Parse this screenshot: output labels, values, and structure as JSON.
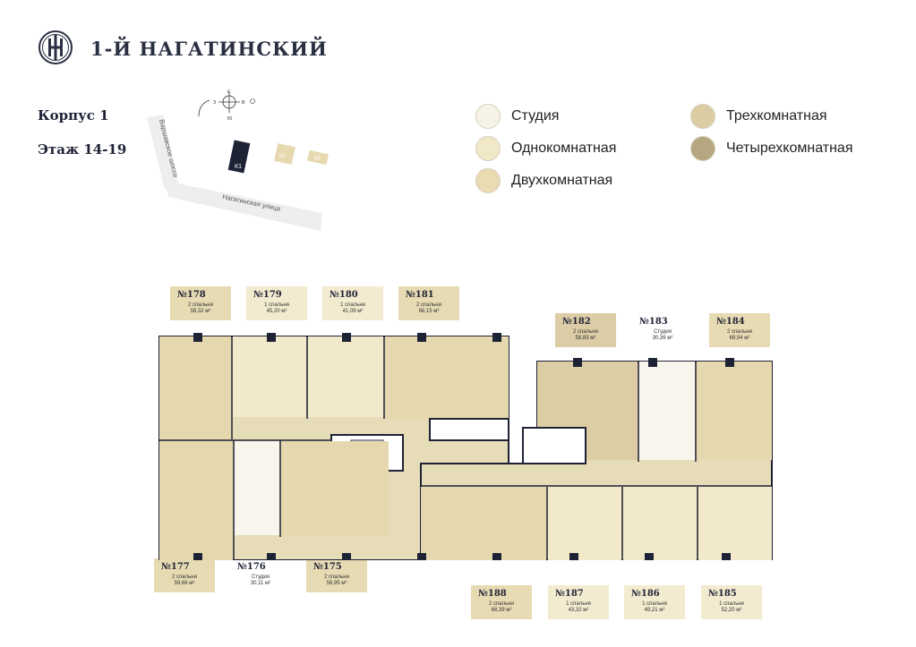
{
  "brand": {
    "title": "1-Й НАГАТИНСКИЙ"
  },
  "building": {
    "korpus": "Корпус 1",
    "floors": "Этаж 14-19"
  },
  "map": {
    "compass": {
      "north": "С",
      "south": "Ю",
      "west": "З",
      "east": "В"
    },
    "street_warsaw": "Варшавское шоссе",
    "street_nagatinskaya": "Нагатинская улица",
    "building_k1": "К1",
    "building_k2": "К2",
    "building_k3": "К3"
  },
  "legend": [
    {
      "label": "Студия",
      "color": "#f6f2e6"
    },
    {
      "label": "Однокомнатная",
      "color": "#f1e8c8"
    },
    {
      "label": "Двухкомнатная",
      "color": "#eadbb2"
    },
    {
      "label": "Трехкомнатная",
      "color": "#dccca4"
    },
    {
      "label": "Четырехкомнатная",
      "color": "#b5a77f"
    }
  ],
  "apartments": [
    {
      "number": "№178",
      "type": "2 спальни",
      "area": "58,32 м²",
      "color": "#e7dbb4"
    },
    {
      "number": "№179",
      "type": "1 спальня",
      "area": "45,20 м²",
      "color": "#f3ebcf"
    },
    {
      "number": "№180",
      "type": "1 спальня",
      "area": "41,09 м²",
      "color": "#f3ebcf"
    },
    {
      "number": "№181",
      "type": "2 спальни",
      "area": "68,15 м²",
      "color": "#e7dbb4"
    },
    {
      "number": "№182",
      "type": "2 спальни",
      "area": "58,83 м²",
      "color": "#dccda6"
    },
    {
      "number": "№183",
      "type": "Студия",
      "area": "30,36 м²",
      "color": "#ffffff"
    },
    {
      "number": "№184",
      "type": "2 спальни",
      "area": "69,94 м²",
      "color": "#e7dbb4"
    },
    {
      "number": "№177",
      "type": "2 спальни",
      "area": "59,66 м²",
      "color": "#e7dbb4"
    },
    {
      "number": "№176",
      "type": "Студия",
      "area": "30,11 м²",
      "color": "#ffffff"
    },
    {
      "number": "№175",
      "type": "2 спальни",
      "area": "56,95 м²",
      "color": "#e7dbb4"
    },
    {
      "number": "№188",
      "type": "2 спальни",
      "area": "68,39 м²",
      "color": "#e7dbb4"
    },
    {
      "number": "№187",
      "type": "1 спальня",
      "area": "43,32 м²",
      "color": "#f3ebcf"
    },
    {
      "number": "№186",
      "type": "1 спальня",
      "area": "49,21 м²",
      "color": "#f3ebcf"
    },
    {
      "number": "№185",
      "type": "1 спальня",
      "area": "52,20 м²",
      "color": "#f3ebcf"
    }
  ]
}
